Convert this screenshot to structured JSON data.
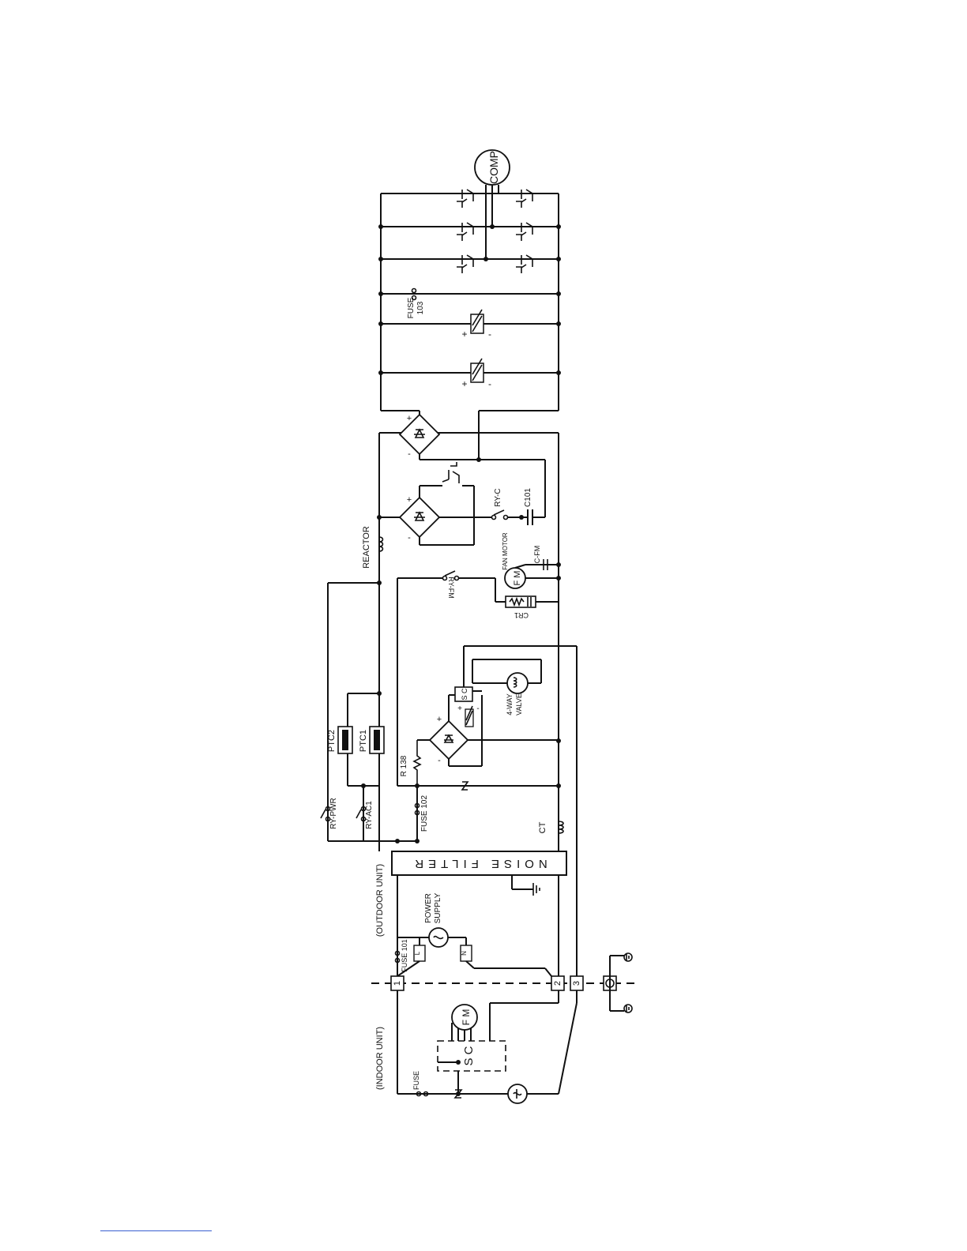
{
  "diagram": {
    "labels": {
      "comp": "COMP",
      "fuse103": "FUSE",
      "fuse103_num": "103",
      "reactor": "REACTOR",
      "ry_c": "RY-C",
      "c101": "C101",
      "fan_motor": "FAN MOTOR",
      "c_fm": "C-FM",
      "fm": "F M",
      "ry_fm": "RY-FM",
      "cr1": "CR1",
      "sc": "S C",
      "four_way": "4-WAY",
      "valve": "VALVE",
      "ptc2": "PTC2",
      "ptc1": "PTC1",
      "r138": "R 138",
      "ry_pwr": "RY-PWR",
      "ry_ac1": "RY-AC1",
      "fuse102": "FUSE 102",
      "ct": "CT",
      "noise_filter": "NOISE FILTER",
      "outdoor_unit": "(OUTDOOR UNIT)",
      "power": "POWER",
      "supply": "SUPPLY",
      "fuse101": "FUSE 101",
      "term_l": "L",
      "term_n": "N",
      "t1": "1",
      "t2": "2",
      "t3": "3",
      "indoor_unit": "(INDOOR UNIT)",
      "fuse": "FUSE",
      "sc_indoor": "S C",
      "fm_indoor": "F M",
      "plus": "+",
      "minus": "-"
    }
  }
}
